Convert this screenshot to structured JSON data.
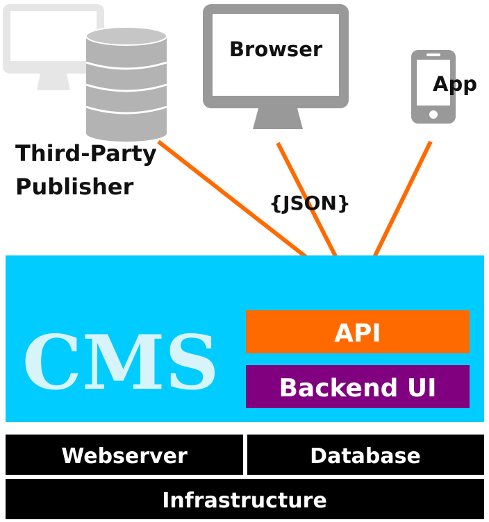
{
  "sources": {
    "publisher_label_line1": "Third-Party",
    "publisher_label_line2": "Publisher",
    "browser_label": "Browser",
    "app_label": "App"
  },
  "connector": {
    "format_label": "{JSON}"
  },
  "cms": {
    "title": "CMS",
    "api_label": "API",
    "backend_label": "Backend UI"
  },
  "stack": {
    "webserver_label": "Webserver",
    "database_label": "Database",
    "infrastructure_label": "Infrastructure"
  },
  "colors": {
    "cms_background": "#00ccff",
    "api_block": "#ff6a00",
    "backend_block": "#800080",
    "stack_block": "#000000",
    "connector_lines": "#ff6a00",
    "device_gray": "#999999",
    "device_light_gray": "#e6e6e6"
  },
  "icons": [
    "desktop-monitor-icon",
    "database-icon",
    "browser-monitor-icon",
    "smartphone-icon"
  ]
}
